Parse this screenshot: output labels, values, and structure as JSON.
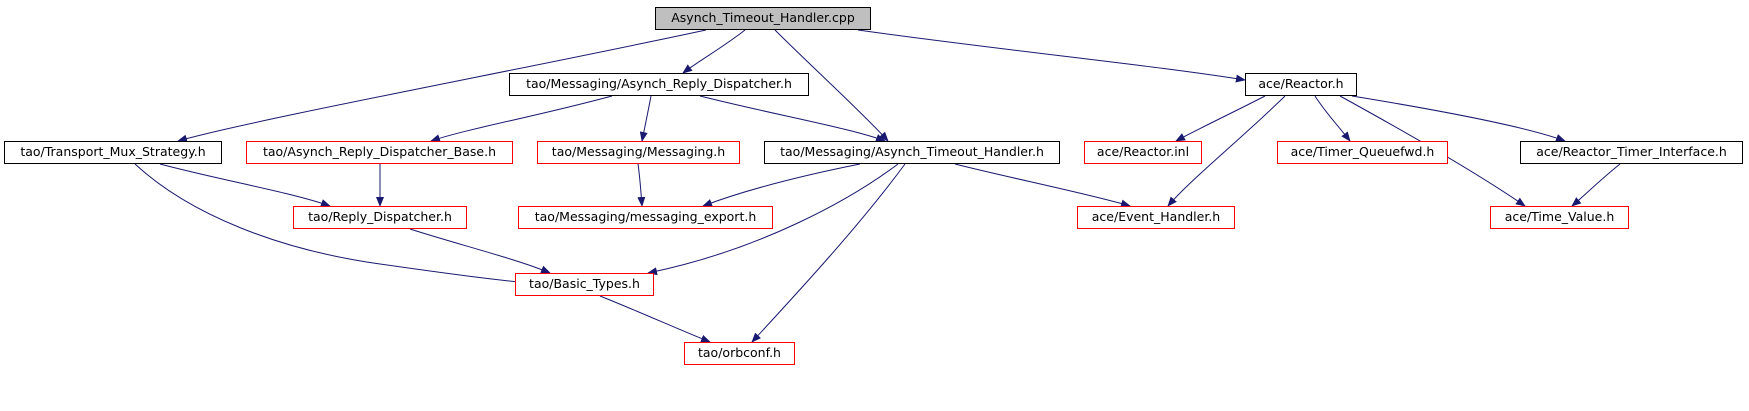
{
  "graph": {
    "colors": {
      "edge": "#191970",
      "normal_border": "#000000",
      "missing_border": "#ff0000",
      "root_fill": "#bfbfbf"
    },
    "nodes": {
      "root": "Asynch_Timeout_Handler.cpp",
      "transport_mux": "tao/Transport_Mux_Strategy.h",
      "reply_dispatcher_hdr": "tao/Messaging/Asynch_Reply_Dispatcher.h",
      "reply_dispatcher_base": "tao/Asynch_Reply_Dispatcher_Base.h",
      "messaging": "tao/Messaging/Messaging.h",
      "timeout_handler_hdr": "tao/Messaging/Asynch_Timeout_Handler.h",
      "reactor": "ace/Reactor.h",
      "reactor_inl": "ace/Reactor.inl",
      "timer_queuefwd": "ace/Timer_Queuefwd.h",
      "reactor_timer_iface": "ace/Reactor_Timer_Interface.h",
      "reply_dispatcher": "tao/Reply_Dispatcher.h",
      "messaging_export": "tao/Messaging/messaging_export.h",
      "event_handler": "ace/Event_Handler.h",
      "time_value": "ace/Time_Value.h",
      "basic_types": "tao/Basic_Types.h",
      "orbconf": "tao/orbconf.h"
    }
  }
}
